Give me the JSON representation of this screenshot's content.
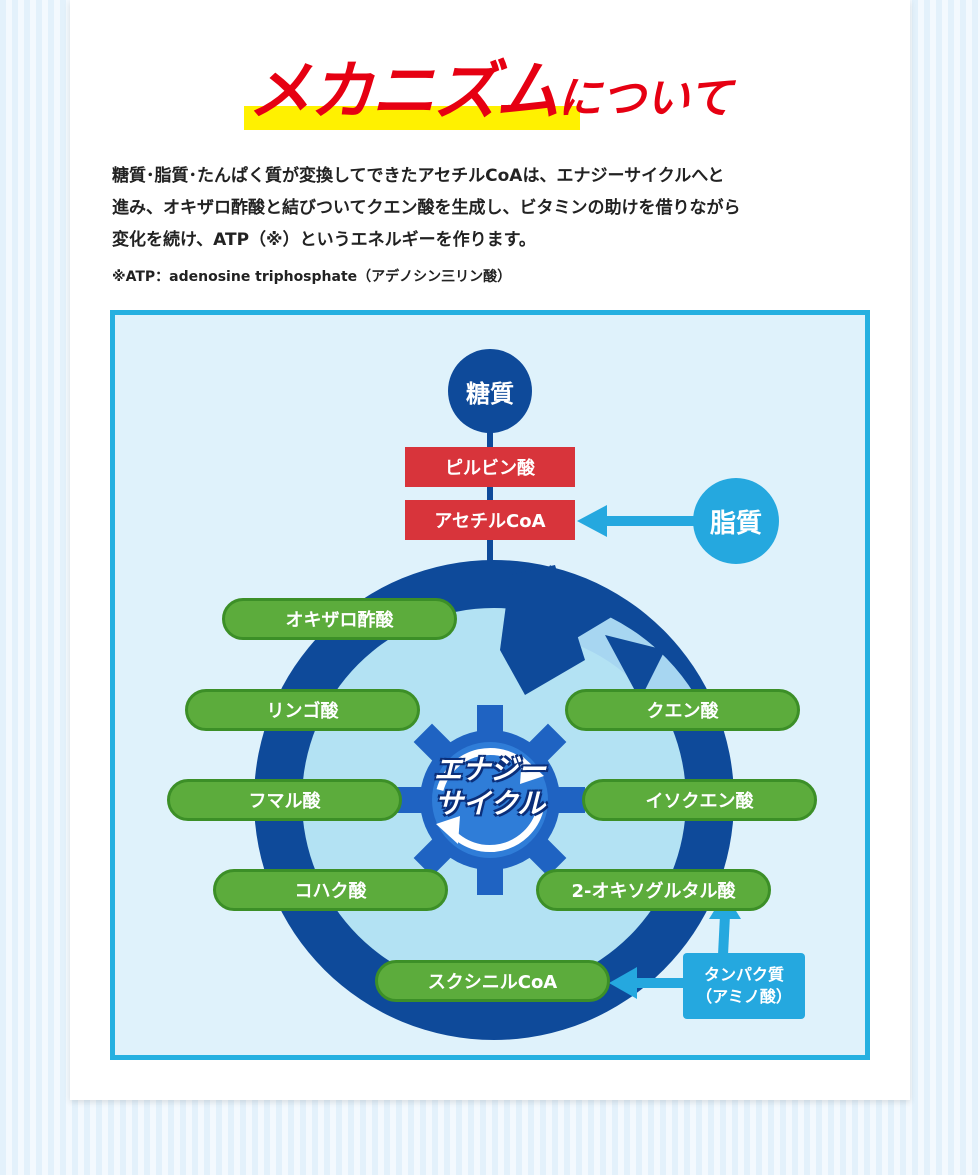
{
  "title": {
    "main": "メカニズム",
    "sub": "について"
  },
  "intro": {
    "lines": [
      "糖質･脂質･たんぱく質が変換してできたアセチルCoAは、エナジーサイクルへと",
      "進み、オキザロ酢酸と結びついてクエン酸を生成し、ビタミンの助けを借りながら",
      "変化を続け、ATP（※）というエネルギーを作ります。"
    ],
    "note": "※ATP：adenosine triphosphate（アデノシン三リン酸）"
  },
  "diagram": {
    "sugar": "糖質",
    "fat": "脂質",
    "pyruvate": "ピルビン酸",
    "acetyl": "アセチルCoA",
    "cycle_name": {
      "line1": "エナジー",
      "line2": "サイクル"
    },
    "protein": {
      "line1": "タンパク質",
      "line2": "（アミノ酸）"
    },
    "left_items": [
      "オキザロ酢酸",
      "リンゴ酸",
      "フマル酸",
      "コハク酸"
    ],
    "right_items": [
      "クエン酸",
      "イソクエン酸",
      "2-オキソグルタル酸"
    ],
    "bottom_item": "スクシニルCoA",
    "colors": {
      "red": "#d8343b",
      "green": "#5cac3c",
      "navy": "#0e4a9a",
      "cyan": "#25a8df"
    },
    "icons": [
      "gear-icon",
      "cycle-arrow-icon"
    ]
  }
}
